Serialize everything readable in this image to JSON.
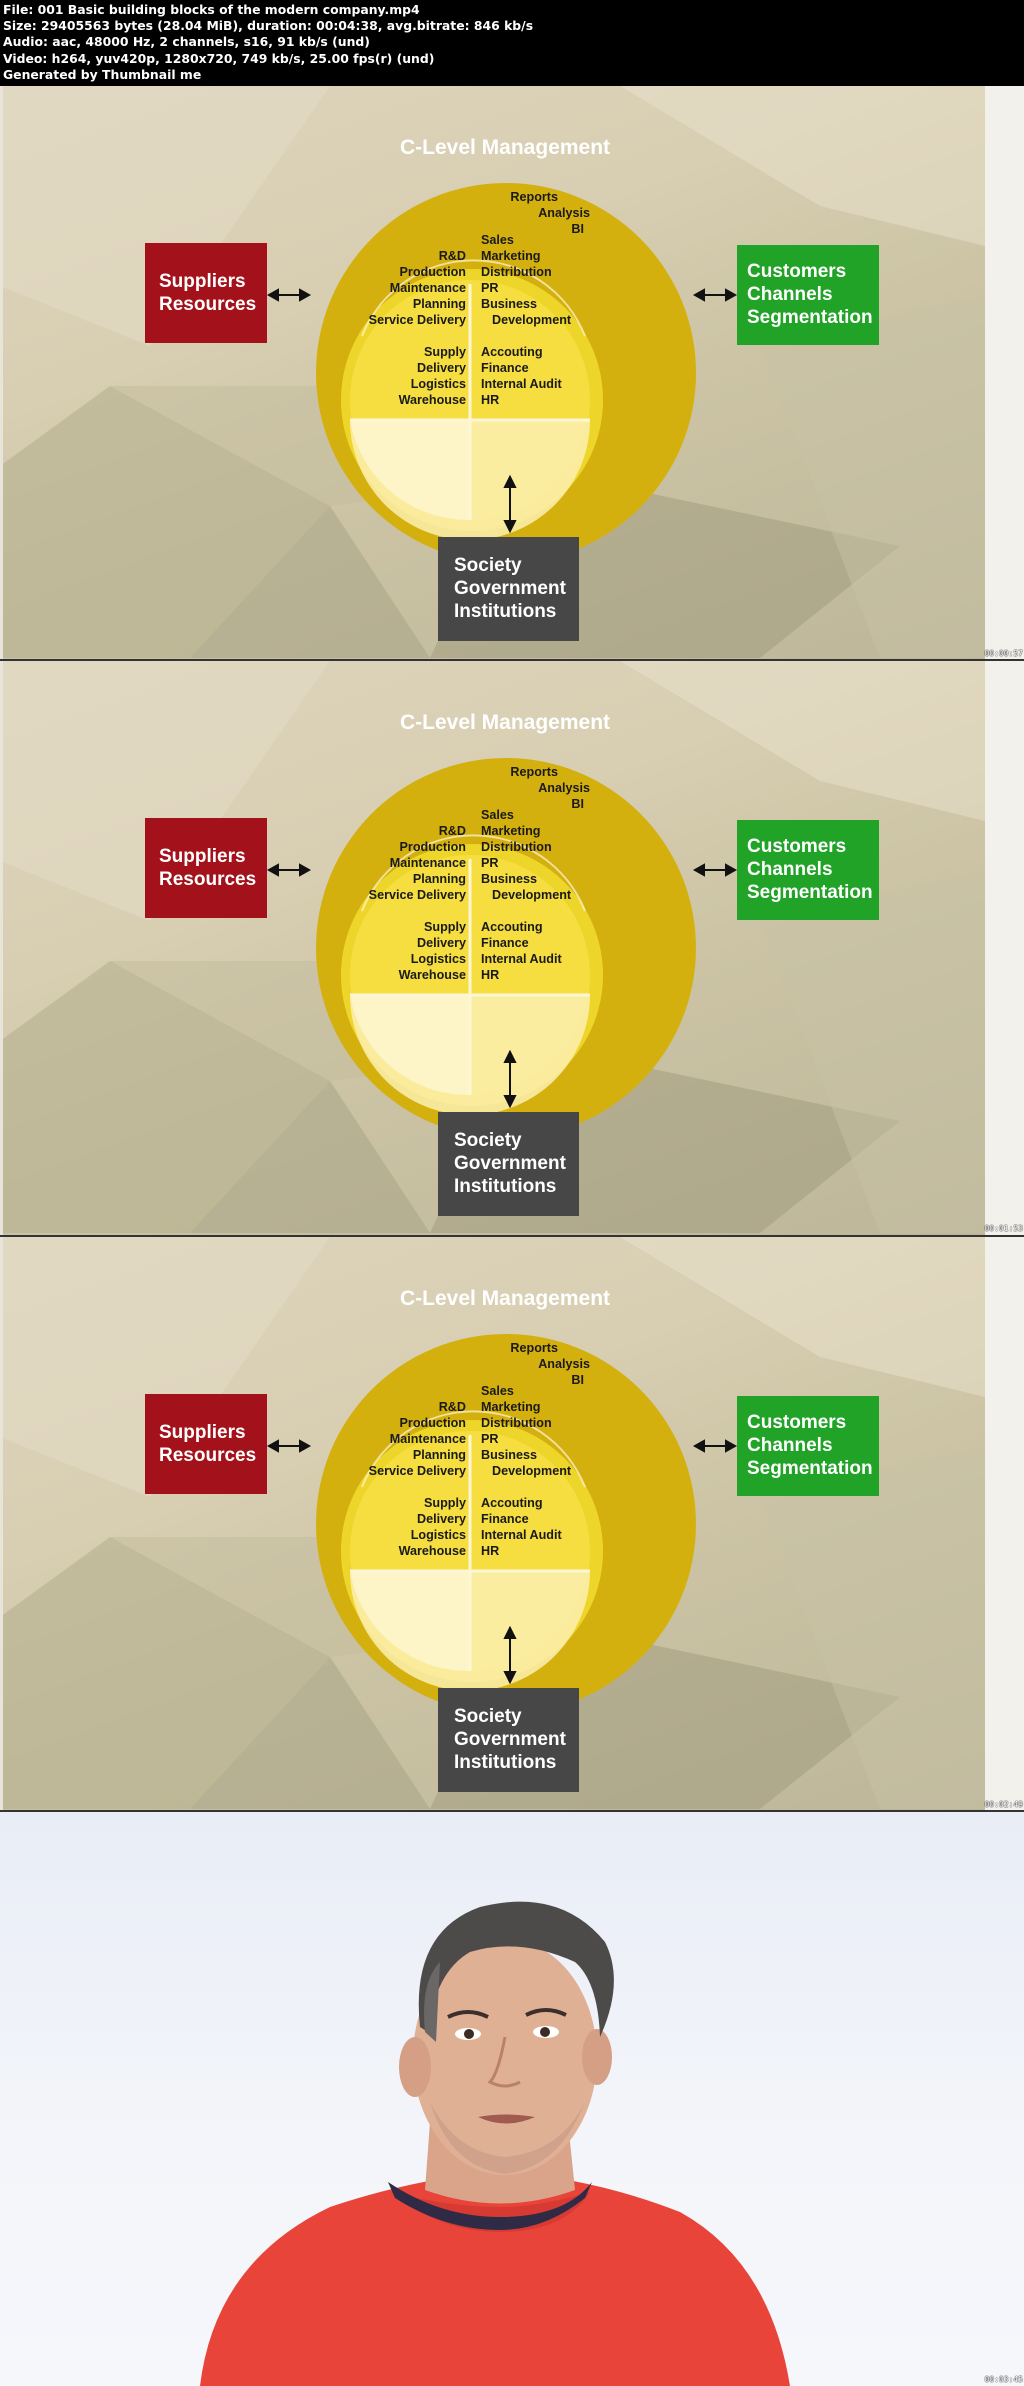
{
  "header": {
    "lines": [
      "File: 001 Basic building blocks of the modern company.mp4",
      "Size: 29405563 bytes (28.04 MiB), duration: 00:04:38, avg.bitrate: 846 kb/s",
      "Audio: aac, 48000 Hz, 2 channels, s16, 91 kb/s (und)",
      "Video: h264, yuv420p, 1280x720, 749 kb/s, 25.00 fps(r) (und)",
      "Generated by Thumbnail me"
    ]
  },
  "slide": {
    "title": "C-Level Management",
    "top_right": [
      "Reports",
      "Analysis",
      "BI"
    ],
    "inner_top_left": [
      "R&D",
      "Production",
      "Maintenance",
      "Planning",
      "Service Delivery"
    ],
    "inner_top_right": [
      "Sales",
      "Marketing",
      "Distribution",
      "PR",
      "Business",
      "Development"
    ],
    "inner_bottom_left": [
      "Supply",
      "Delivery",
      "Logistics",
      "Warehouse"
    ],
    "inner_bottom_right": [
      "Accouting",
      "Finance",
      "Internal Audit",
      "HR"
    ],
    "suppliers": [
      "Suppliers",
      "Resources"
    ],
    "customers": [
      "Customers",
      "Channels",
      "Segmentation"
    ],
    "society": [
      "Society",
      "Government",
      "Institutions"
    ]
  },
  "frames": [
    {
      "timestamp": "00:00:57"
    },
    {
      "timestamp": "00:01:53"
    },
    {
      "timestamp": "00:02:49"
    },
    {
      "timestamp": "00:03:45"
    }
  ],
  "colors": {
    "red_box": "#a3111a",
    "green_box": "#20a327",
    "grey_box": "#474747",
    "outer_circle": "#d4b00e",
    "middle_circle": "#f4d32a",
    "inner_light": "#fbf0b0"
  }
}
